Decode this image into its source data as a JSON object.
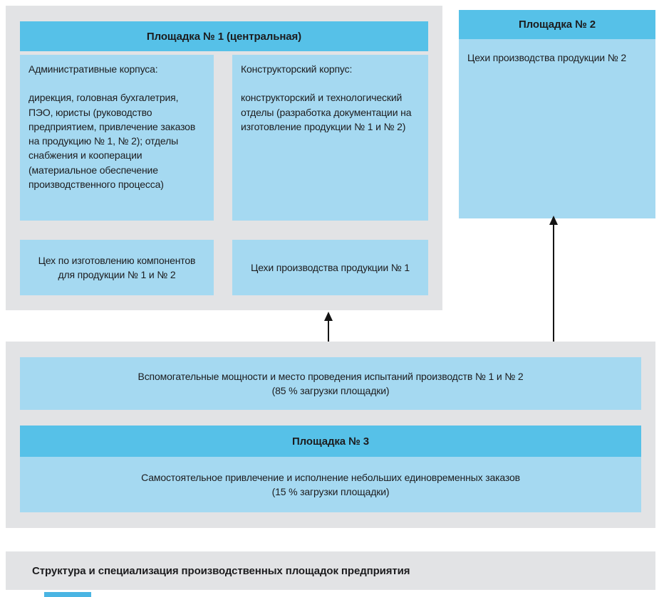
{
  "palette": {
    "header_blue": "#56c1e8",
    "body_blue": "#a5d9f1",
    "container_gray": "#e2e3e5",
    "arrow_black": "#141414"
  },
  "site1": {
    "title": "Площадка № 1 (центральная)",
    "admin_box": {
      "heading": "Административные корпуса:",
      "body": "дирекция, головная бухгалетрия, ПЭО, юристы (руководство предприятием, привлечение заказов на продукцию № 1, № 2); отделы снабжения и кооперации (материальное обеспечение производственного процесса)"
    },
    "design_box": {
      "heading": "Конструкторский корпус:",
      "body": "конструкторский и технологический отделы (разработка документации на изготовление продукции № 1 и № 2)"
    },
    "components_box": "Цех по изготовлению компонентов для продукции № 1 и № 2",
    "production_box": "Цехи производства продукции № 1"
  },
  "site2": {
    "title": "Площадка № 2",
    "body": "Цехи производства продукции № 2"
  },
  "shared_capacity": {
    "line1": "Вспомогательные мощности и место проведения испытаний производств № 1 и № 2",
    "line2": "(85 % загрузки площадки)"
  },
  "site3": {
    "title": "Площадка № 3",
    "line1": "Самостоятельное привлечение и исполнение небольших единовременных заказов",
    "line2": "(15 % загрузки площадки)"
  },
  "caption": "Структура и специализация производственных площадок предприятия"
}
